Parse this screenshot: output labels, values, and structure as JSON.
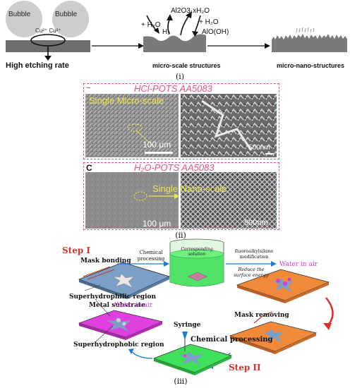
{
  "panel_i": {
    "bubble_left": "Bubble",
    "bubble_right": "Bubble",
    "ions": "Cu²⁺ Cu²⁺",
    "water_1": "+ H₂O",
    "hydrogen": "H₂",
    "alumina": "Al2O3·xH₂O",
    "water_2": "+ H₂O",
    "boehmite": "AlO(OH)",
    "label_left": "High etching rate",
    "label_mid": "micro-scale structures",
    "label_right": "micro-nano-structures",
    "caption": "(i)"
  },
  "panel_ii": {
    "title_top": "HCl-POTS AA5083",
    "annot_top": "Single Micro-scale",
    "scale_top_left": "100 μm",
    "scale_top_right": "500nm",
    "corner_top": "~",
    "letter_bottom": "C",
    "title_bottom": "H₂O-POTS AA5083",
    "annot_bottom": "Single Nano-scale",
    "scale_bottom_left": "100 μm",
    "scale_bottom_right": "500nm",
    "caption": "(ii)"
  },
  "panel_iii": {
    "step1": "Step I",
    "step2": "Step II",
    "mask_bonding": "Mask bonding",
    "metal_substrate": "Metal substrate",
    "chemical_processing_top": "Chemical processing",
    "solution": "Corresponding solution",
    "fluoro": "fluoroalkylsilane modification",
    "reduce": "Reduce the surface energy",
    "water_air_right": "Water in air",
    "mask_removing": "Mask removing",
    "superhydrophilic": "Superhydrophilic region",
    "water_air_left": "Water in air",
    "syringe": "Syringe",
    "chemical_processing_bottom": "Chemical processing",
    "superhydrophobic": "Superhydrophobic region",
    "caption": "(iii)"
  },
  "colors": {
    "pink": "#e8508a",
    "yellow": "#f2e64a",
    "step_red": "#d9322a",
    "orange_plate": "#f08a3a",
    "green_plate": "#3fe05a",
    "magenta_plate": "#e040e0",
    "blue_plate": "#7aa0c8"
  }
}
